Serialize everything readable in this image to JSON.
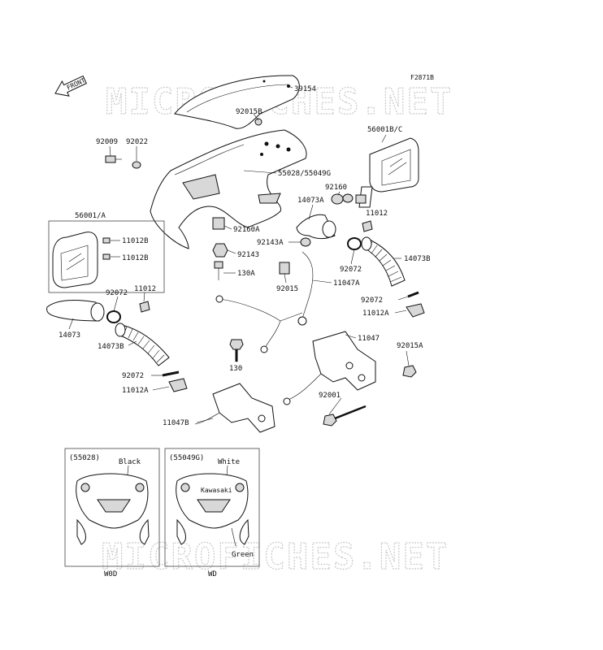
{
  "figure_code": "F2871B",
  "front_arrow": "FRONT",
  "watermark": "MICROFICHES.NET",
  "callouts": [
    {
      "id": "c39154",
      "text": "39154"
    },
    {
      "id": "c92015B",
      "text": "92015B"
    },
    {
      "id": "c92009",
      "text": "92009"
    },
    {
      "id": "c92022",
      "text": "92022"
    },
    {
      "id": "c56001BC",
      "text": "56001B/C"
    },
    {
      "id": "c5502855049G",
      "text": "55028/55049G"
    },
    {
      "id": "c56001A",
      "text": "56001/A"
    },
    {
      "id": "c11012Ba",
      "text": "11012B"
    },
    {
      "id": "c11012Bb",
      "text": "11012B"
    },
    {
      "id": "c92160",
      "text": "92160"
    },
    {
      "id": "c14073A",
      "text": "14073A"
    },
    {
      "id": "c11012a",
      "text": "11012"
    },
    {
      "id": "c92160A",
      "text": "92160A"
    },
    {
      "id": "c92143A",
      "text": "92143A"
    },
    {
      "id": "c92143",
      "text": "92143"
    },
    {
      "id": "c130A",
      "text": "130A"
    },
    {
      "id": "c92015",
      "text": "92015"
    },
    {
      "id": "c11047A",
      "text": "11047A"
    },
    {
      "id": "c92072a",
      "text": "92072"
    },
    {
      "id": "c14073B",
      "text": "14073B"
    },
    {
      "id": "c92072b",
      "text": "92072"
    },
    {
      "id": "c11012b",
      "text": "11012"
    },
    {
      "id": "c92072c",
      "text": "92072"
    },
    {
      "id": "c11012A",
      "text": "11012A"
    },
    {
      "id": "c14073",
      "text": "14073"
    },
    {
      "id": "c14073B2",
      "text": "14073B"
    },
    {
      "id": "c11047",
      "text": "11047"
    },
    {
      "id": "c130",
      "text": "130"
    },
    {
      "id": "c92015A",
      "text": "92015A"
    },
    {
      "id": "c92072d",
      "text": "92072"
    },
    {
      "id": "c11012A2",
      "text": "11012A"
    },
    {
      "id": "c92001",
      "text": "92001"
    },
    {
      "id": "c11047B",
      "text": "11047B"
    }
  ],
  "inset_left": {
    "code": "(55028)",
    "color": "Black",
    "footer": "W0D"
  },
  "inset_right": {
    "code": "(55049G)",
    "color_top": "White",
    "color_bottom": "Green",
    "footer": "WD",
    "brand": "Kawasaki"
  }
}
